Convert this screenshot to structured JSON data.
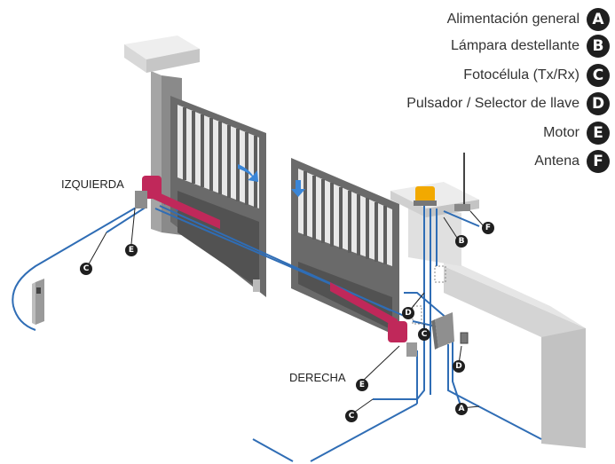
{
  "legend": [
    {
      "label": "Alimentación general",
      "letter": "A"
    },
    {
      "label": "Lámpara destellante",
      "letter": "B"
    },
    {
      "label": "Fotocélula (Tx/Rx)",
      "letter": "C"
    },
    {
      "label": "Pulsador / Selector de llave",
      "letter": "D"
    },
    {
      "label": "Motor",
      "letter": "E"
    },
    {
      "label": "Antena",
      "letter": "F"
    }
  ],
  "labels": {
    "left": "IZQUIERDA",
    "right": "DERECHA"
  },
  "markers": {
    "e_left": "E",
    "c_left": "C",
    "b": "B",
    "f": "F",
    "d_upper": "D",
    "c_right": "C",
    "d_lower": "D",
    "e_right": "E",
    "c_bottom": "C",
    "a": "A"
  },
  "colors": {
    "cable": "#2f6db5",
    "motor": "#c0285a",
    "gate": "#6b6b6b",
    "lamp": "#f2a900"
  }
}
